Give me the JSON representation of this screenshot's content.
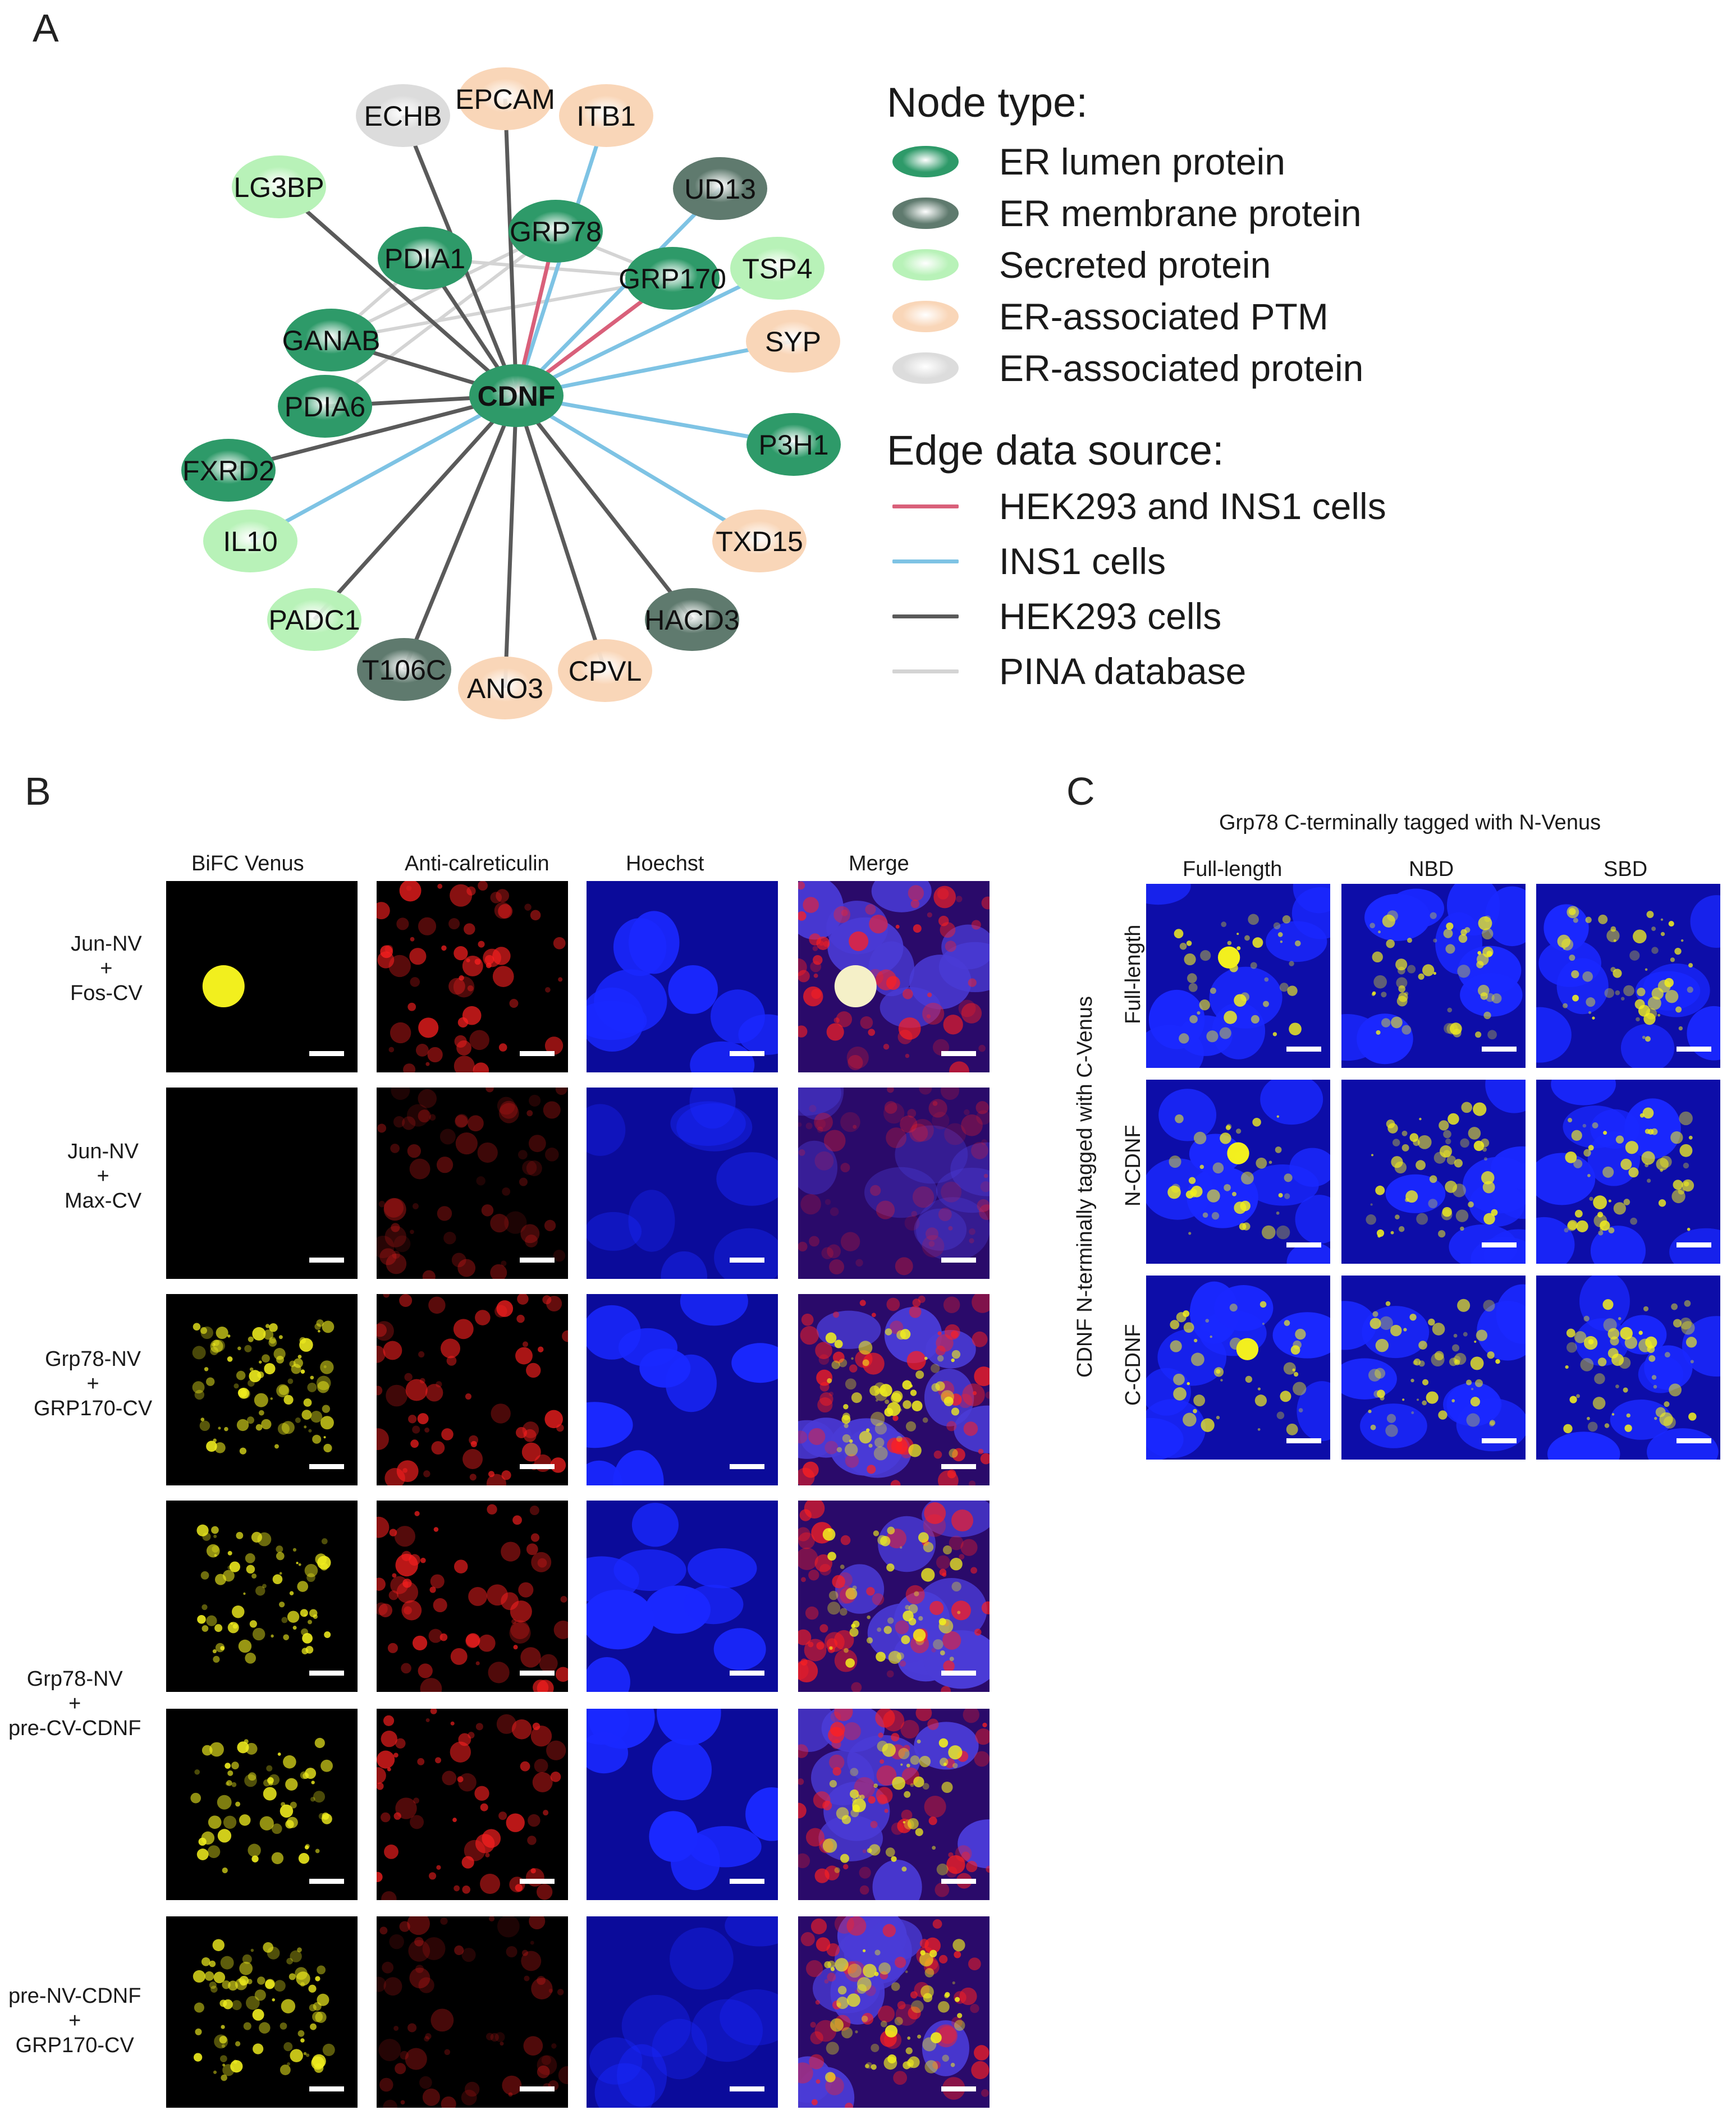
{
  "panels": {
    "a": "A",
    "b": "B",
    "c": "C"
  },
  "colors": {
    "er_lumen": "#2e9a69",
    "er_membrane": "#5f7a6e",
    "secreted": "#b8f2b8",
    "ptm": "#f9d6b8",
    "assoc": "#dcdcdc",
    "edge_both": "#d9607a",
    "edge_ins1": "#7ec3e4",
    "edge_hek": "#5a5a5a",
    "edge_pina": "#d4d4d4",
    "venus": "#f2ef1e",
    "calreticulin": "#ff2020",
    "hoechst": "#1a28ff"
  },
  "network": {
    "center": "CDNF",
    "nodes": [
      {
        "label": "ECHB",
        "type": "assoc",
        "edge": "hek"
      },
      {
        "label": "EPCAM",
        "type": "ptm",
        "edge": "hek"
      },
      {
        "label": "ITB1",
        "type": "ptm",
        "edge": "ins1"
      },
      {
        "label": "UD13",
        "type": "er_membrane",
        "edge": "ins1"
      },
      {
        "label": "LG3BP",
        "type": "secreted",
        "edge": "hek"
      },
      {
        "label": "GRP78",
        "type": "er_lumen",
        "edge": "both"
      },
      {
        "label": "PDIA1",
        "type": "er_lumen",
        "edge": "hek"
      },
      {
        "label": "GRP170",
        "type": "er_lumen",
        "edge": "both"
      },
      {
        "label": "TSP4",
        "type": "secreted",
        "edge": "ins1"
      },
      {
        "label": "SYP",
        "type": "ptm",
        "edge": "ins1"
      },
      {
        "label": "GANAB",
        "type": "er_lumen",
        "edge": "hek"
      },
      {
        "label": "PDIA6",
        "type": "er_lumen",
        "edge": "hek"
      },
      {
        "label": "P3H1",
        "type": "er_lumen",
        "edge": "ins1"
      },
      {
        "label": "FXRD2",
        "type": "er_lumen",
        "edge": "hek"
      },
      {
        "label": "IL10",
        "type": "secreted",
        "edge": "ins1"
      },
      {
        "label": "TXD15",
        "type": "ptm",
        "edge": "ins1"
      },
      {
        "label": "PADC1",
        "type": "secreted",
        "edge": "hek"
      },
      {
        "label": "HACD3",
        "type": "er_membrane",
        "edge": "hek"
      },
      {
        "label": "T106C",
        "type": "er_membrane",
        "edge": "hek"
      },
      {
        "label": "ANO3",
        "type": "ptm",
        "edge": "hek"
      },
      {
        "label": "CPVL",
        "type": "ptm",
        "edge": "hek"
      }
    ],
    "pina_edges": [
      [
        "PDIA1",
        "GRP170"
      ],
      [
        "GANAB",
        "GRP78"
      ],
      [
        "GANAB",
        "GRP170"
      ],
      [
        "PDIA6",
        "GRP78"
      ],
      [
        "PDIA1",
        "GANAB"
      ],
      [
        "GRP78",
        "GRP170"
      ]
    ]
  },
  "legend": {
    "node_title": "Node type:",
    "node_types": [
      {
        "key": "er_lumen",
        "label": "ER lumen protein"
      },
      {
        "key": "er_membrane",
        "label": "ER membrane protein"
      },
      {
        "key": "secreted",
        "label": "Secreted protein"
      },
      {
        "key": "ptm",
        "label": "ER-associated PTM"
      },
      {
        "key": "assoc",
        "label": "ER-associated protein"
      }
    ],
    "edge_title": "Edge data source:",
    "edge_sources": [
      {
        "key": "edge_both",
        "label": "HEK293 and INS1 cells"
      },
      {
        "key": "edge_ins1",
        "label": "INS1 cells"
      },
      {
        "key": "edge_hek",
        "label": "HEK293 cells"
      },
      {
        "key": "edge_pina",
        "label": "PINA database"
      }
    ]
  },
  "panel_b": {
    "columns": [
      "BiFC Venus",
      "Anti-calreticulin",
      "Hoechst",
      "Merge"
    ],
    "row_labels": [
      [
        "Jun-NV",
        "+",
        "Fos-CV"
      ],
      [
        "Jun-NV",
        "+",
        "Max-CV"
      ],
      [
        "Grp78-NV",
        "+",
        "GRP170-CV"
      ],
      [
        "Grp78-NV",
        "+",
        "pre-CV-CDNF"
      ],
      [
        "pre-NV-CDNF",
        "+",
        "GRP170-CV"
      ]
    ]
  },
  "panel_c": {
    "title": "Grp78 C-terminally tagged with N-Venus",
    "columns": [
      "Full-length",
      "NBD",
      "SBD"
    ],
    "vertical_label": "CDNF N-terminally tagged with C-Venus",
    "rows": [
      "Full-length",
      "N-CDNF",
      "C-CDNF"
    ]
  }
}
